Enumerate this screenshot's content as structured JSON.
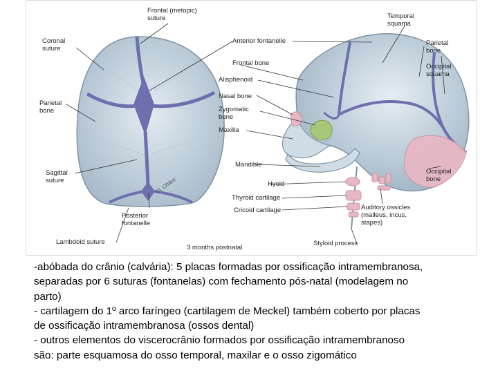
{
  "labels": {
    "frontal_metopic_suture": "Frontal (metopic)\nsuture",
    "coronal_suture": "Coronal\nsuture",
    "parietal_bone_left": "Parietal\nbone",
    "sagittal_suture": "Sagittal\nsuture",
    "posterior_fontanelle": "Posterior\nfontanelle",
    "lambdoid_suture": "Lambdoid suture",
    "temporal_squama": "Temporal\nsquama",
    "anterior_fontanelle": "Anterior fontanelle",
    "frontal_bone": "Frontal bone",
    "alisphenoid": "Alisphenoid",
    "nasal_bone": "Nasal bone",
    "zygomatic_bone": "Zygomatic\nbone",
    "maxilla": "Maxilla",
    "mandible": "Mandible",
    "hyoid": "Hyoid",
    "thyroid_cartilage": "Thyroid cartilage",
    "cricoid_cartilage": "Cricoid cartilage",
    "parietal_bone_right": "Parietal\nbone",
    "occipital_squama": "Occipital\nsquama",
    "occipital_bone": "Occipital\nbone",
    "auditory_ossicles": "Auditory ossicles\n(malleus, incus,\nstapes)",
    "styloid_process": "Styloid process",
    "age": "3 months postnatal",
    "artist_signature": "D. Ohlert"
  },
  "caption": [
    "-abóbada do crânio (calvária): 5 placas formadas por ossificação intramembranosa,",
    "separadas por 6 suturas (fontanelas) com fechamento pós-natal (modelagem no",
    "parto)",
    "- cartilagem do 1º arco faríngeo (cartilagem de Meckel) também coberto por placas",
    "de ossificação intramembranosa (ossos dental)",
    "- outros elementos do viscerocrânio formados por ossificação intramembranoso",
    "são: parte esquamosa do osso temporal, maxilar e o osso zigomático"
  ],
  "colors": {
    "bone": "#c9d6e1",
    "suture": "#6e6fae",
    "cartilage": "#e7b7c4",
    "zygomatic": "#a9c678",
    "leader_line": "#333333"
  }
}
